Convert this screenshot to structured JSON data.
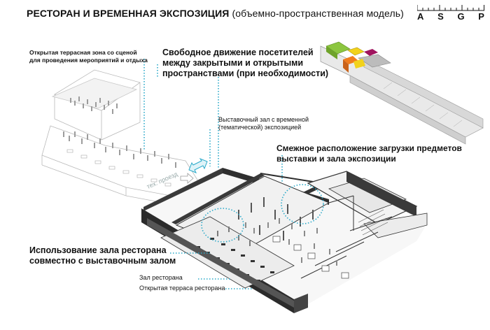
{
  "header": {
    "title_main": "РЕСТОРАН И ВРЕМЕННАЯ ЭКСПОЗИЦИЯ",
    "title_sub": "(объемно-пространственная модель)"
  },
  "logo": {
    "letters": [
      "A",
      "S",
      "G",
      "P"
    ]
  },
  "annotations": {
    "terrace_zone": [
      "Открытая террасная зона со сценой",
      "для проведения мероприятий и отдыха"
    ],
    "free_movement": [
      "Свободное движение посетителей",
      "между закрытыми и открытыми",
      "пространствами (при необходимости)"
    ],
    "exhibition_hall": [
      "Выставочный зал с временной",
      "(тематической) экспозицией"
    ],
    "adjacent_loading": [
      "Смежное расположение загрузки предметов",
      "выставки и зала экспозиции"
    ],
    "restaurant_use": [
      "Использование зала ресторана",
      "совместно с выставочным залом"
    ],
    "restaurant_hall": "Зал ресторана",
    "restaurant_terrace": "Открытая терраса ресторана",
    "road": "тех. проезд"
  },
  "colors": {
    "accent_cyan": "#29a9c9",
    "wall_dark": "#2b2b2b",
    "key_green": "#8cc63f",
    "key_yellow": "#f2d21b",
    "key_magenta": "#a0145e",
    "key_orange": "#f07c1d"
  }
}
